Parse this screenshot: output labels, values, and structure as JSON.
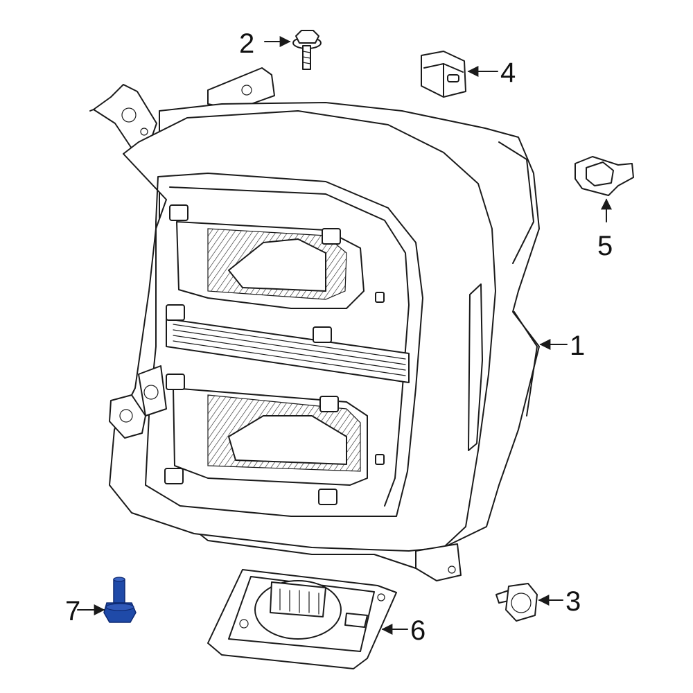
{
  "diagram": {
    "callouts": [
      {
        "id": "1",
        "label": "1"
      },
      {
        "id": "2",
        "label": "2"
      },
      {
        "id": "3",
        "label": "3"
      },
      {
        "id": "4",
        "label": "4"
      },
      {
        "id": "5",
        "label": "5"
      },
      {
        "id": "6",
        "label": "6"
      },
      {
        "id": "7",
        "label": "7"
      }
    ],
    "colors": {
      "line": "#1a1a1a",
      "highlight": "#1f4aa8",
      "background": "#ffffff"
    }
  }
}
